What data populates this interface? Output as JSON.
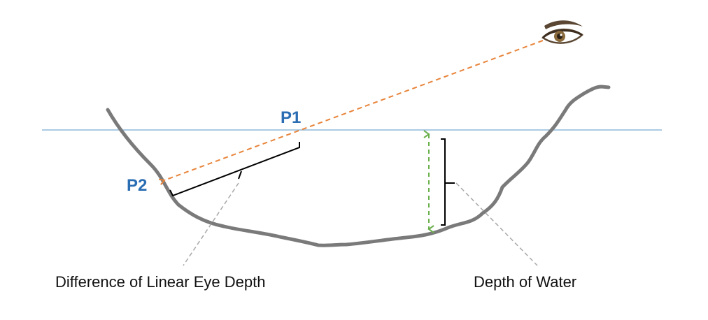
{
  "labels": {
    "p1": "P1",
    "p2": "P2",
    "difference_caption": "Difference of Linear Eye Depth",
    "water_caption": "Depth of Water"
  },
  "colors": {
    "background": "#ffffff",
    "water_surface": "#8fb8da",
    "terrain": "#7a7a7a",
    "view_ray": "#e8843a",
    "depth_arrow": "#6ab04c",
    "point_label": "#2a6db3",
    "bracket": "#000000",
    "leader": "#a8a8a8",
    "caption": "#111111",
    "eye_lid": "#5a4632",
    "eye_iris": "#8a6a3a"
  },
  "icons": {
    "viewer": "eye-icon"
  }
}
